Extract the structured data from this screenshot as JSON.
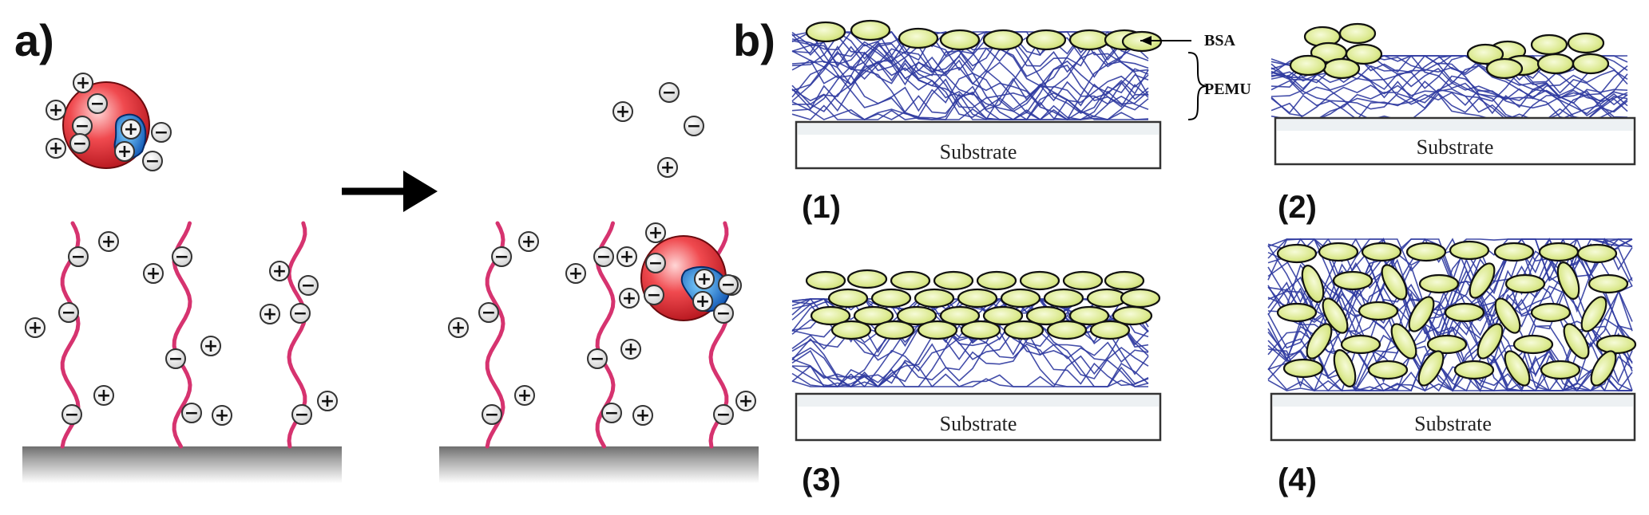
{
  "panel_a": {
    "label": "a)",
    "charge_plus": "+",
    "charge_minus": "−"
  },
  "panel_b": {
    "label": "b)",
    "bsa_label": "BSA",
    "pemu_label": "PEMU",
    "substrate_label": "Substrate",
    "sublabels": [
      "(1)",
      "(2)",
      "(3)",
      "(4)"
    ]
  },
  "colors": {
    "chain": "#d6336f",
    "protein_red": "#e8323a",
    "protein_blue": "#1c7fd6",
    "polymer_blue": "#2f3aa0",
    "bsa_fill": "#e2ee9a",
    "substrate_gray": "#8a8a8a",
    "arrow": "#000000"
  }
}
